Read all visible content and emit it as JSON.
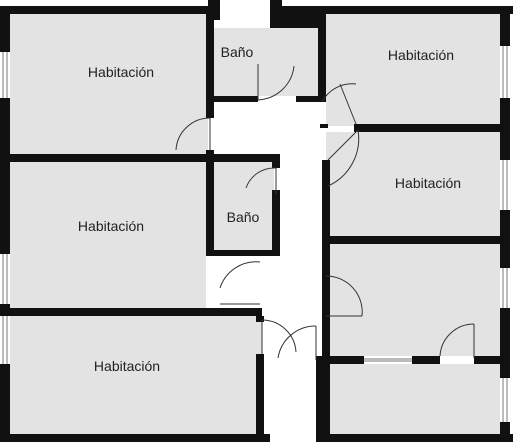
{
  "rooms": [
    {
      "id": "bedroom-top-left",
      "label": "Habitación"
    },
    {
      "id": "bathroom-top",
      "label": "Baño"
    },
    {
      "id": "bedroom-top-right",
      "label": "Habitación"
    },
    {
      "id": "bedroom-middle-right",
      "label": "Habitación"
    },
    {
      "id": "bathroom-middle",
      "label": "Baño"
    },
    {
      "id": "bedroom-middle-left",
      "label": "Habitación"
    },
    {
      "id": "bedroom-bottom-left",
      "label": "Habitación"
    }
  ],
  "colors": {
    "room_fill": "#e3e3e3",
    "wall": "#111111",
    "hall": "#ffffff"
  }
}
